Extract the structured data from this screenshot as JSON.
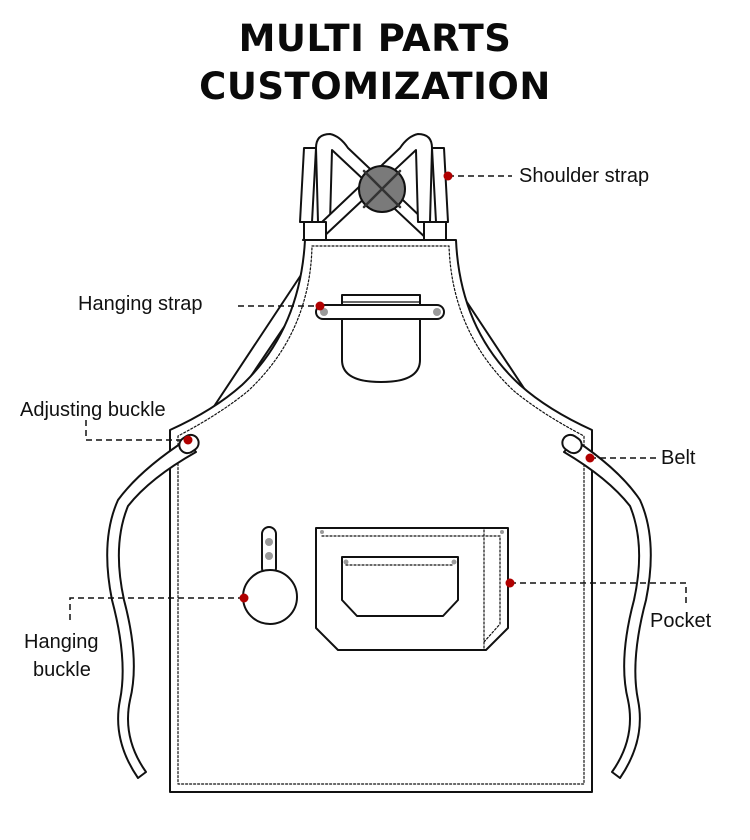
{
  "title": {
    "line1": "MULTI PARTS",
    "line2": "CUSTOMIZATION"
  },
  "labels": {
    "shoulder_strap": "Shoulder strap",
    "hanging_strap": "Hanging strap",
    "adjusting_buckle": "Adjusting buckle",
    "belt": "Belt",
    "hanging_buckle_line1": "Hanging",
    "hanging_buckle_line2": "buckle",
    "pocket": "Pocket"
  },
  "colors": {
    "marker": "#b00000",
    "outline": "#111111",
    "rivet": "#9a9a9a",
    "center_ring": "#7a7a7a"
  }
}
